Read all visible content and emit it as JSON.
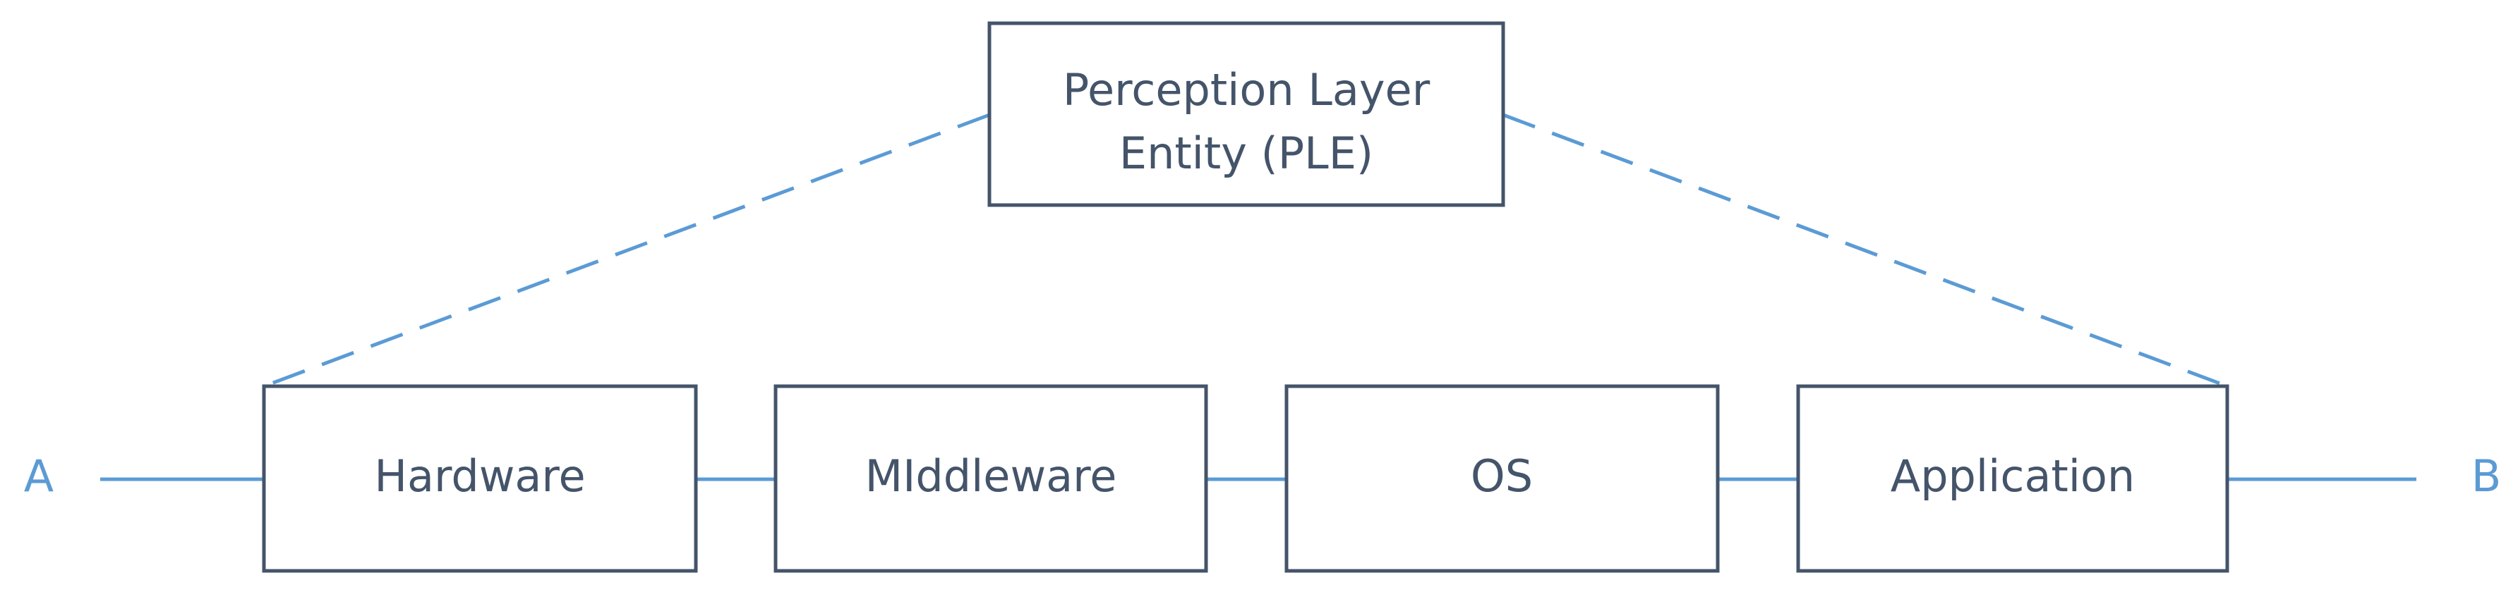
{
  "diagram": {
    "top_node": {
      "line1": "Perception Layer",
      "line2": "Entity (PLE)"
    },
    "chain": {
      "start_label": "A",
      "end_label": "B",
      "blocks": [
        {
          "label": "Hardware"
        },
        {
          "label": "MIddleware"
        },
        {
          "label": "OS"
        },
        {
          "label": "Application"
        }
      ]
    }
  },
  "colors": {
    "box_stroke": "#44546a",
    "box_text": "#44546a",
    "connector": "#5b9bd5",
    "endpoint_text": "#5b9bd5"
  }
}
